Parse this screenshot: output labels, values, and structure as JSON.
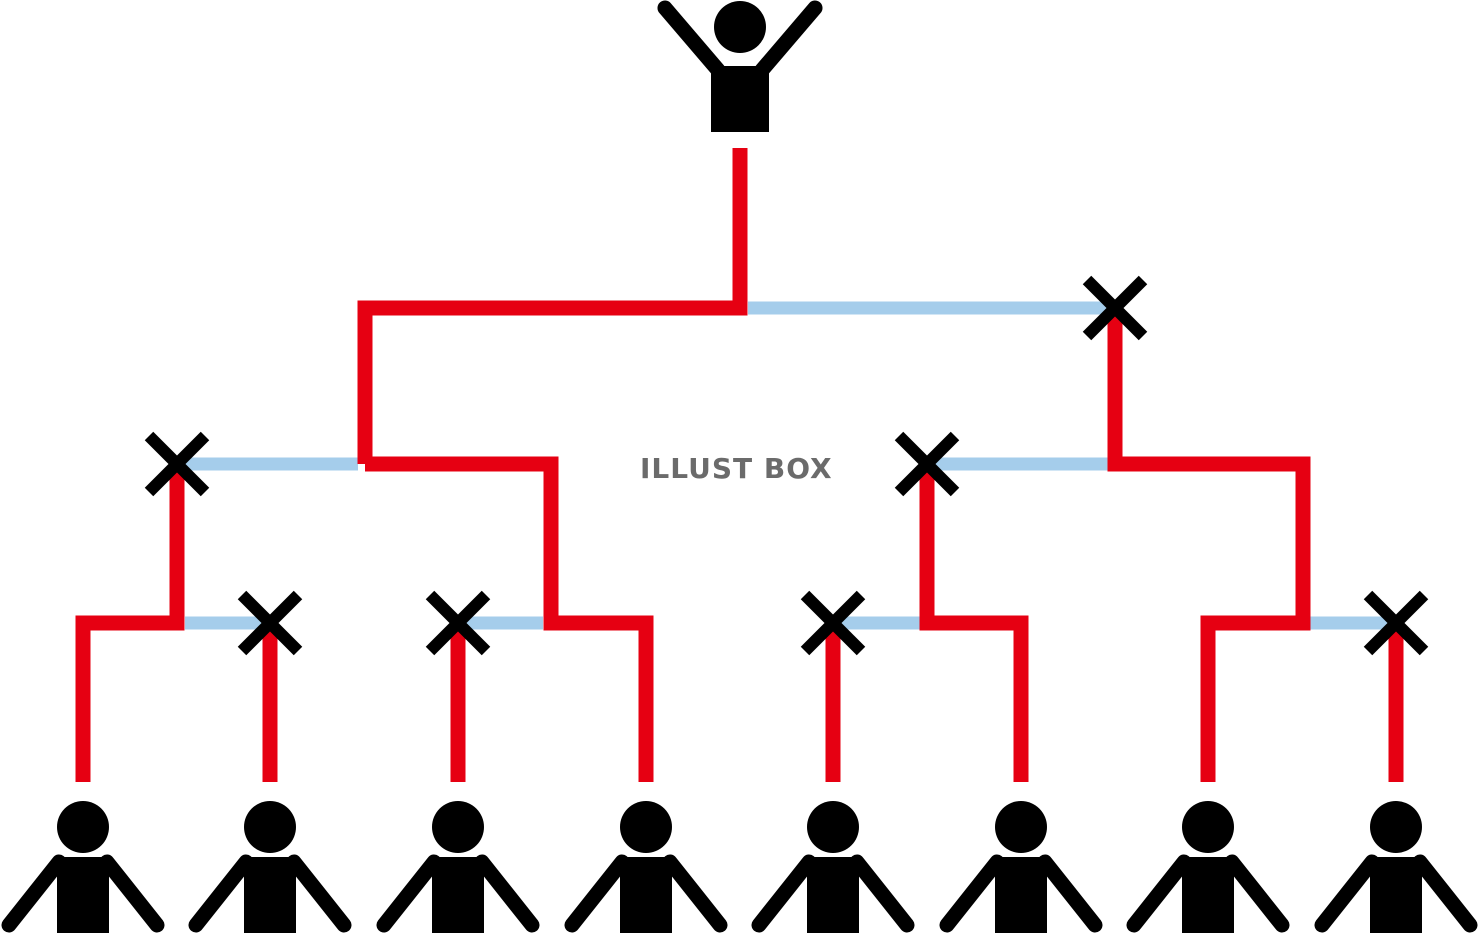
{
  "watermark": {
    "text": "ILLUST BOX"
  },
  "colors": {
    "background": "#ffffff",
    "winning_line": "#e60012",
    "losing_line": "#a5cdeb",
    "figure": "#000000",
    "cross_mark": "#000000",
    "watermark": "#6b6b6b"
  },
  "bracket": {
    "type": "single-elimination tournament",
    "entrants": 8,
    "rounds": 3,
    "winner_pose": "arms-raised",
    "eliminated_marks": 7
  }
}
